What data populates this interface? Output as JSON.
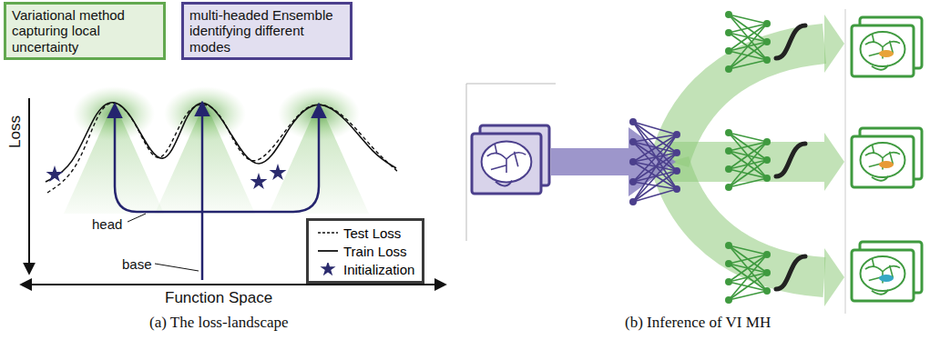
{
  "diagram": {
    "nodes": [
      {
        "text": [
          "Variational method capturing local uncertainty"
        ]
      },
      {
        "text": [
          "multi-headed Ensemble identifying different modes"
        ]
      }
    ],
    "labels": [
      "Loss",
      "head",
      "base",
      "Function Space",
      "(a) The loss-landscape",
      "(b) Inference of VI MH"
    ],
    "legend": [
      {
        "text": "Test Loss"
      },
      {
        "text": "Train Loss"
      },
      {
        "text": "Initialization"
      }
    ]
  }
}
